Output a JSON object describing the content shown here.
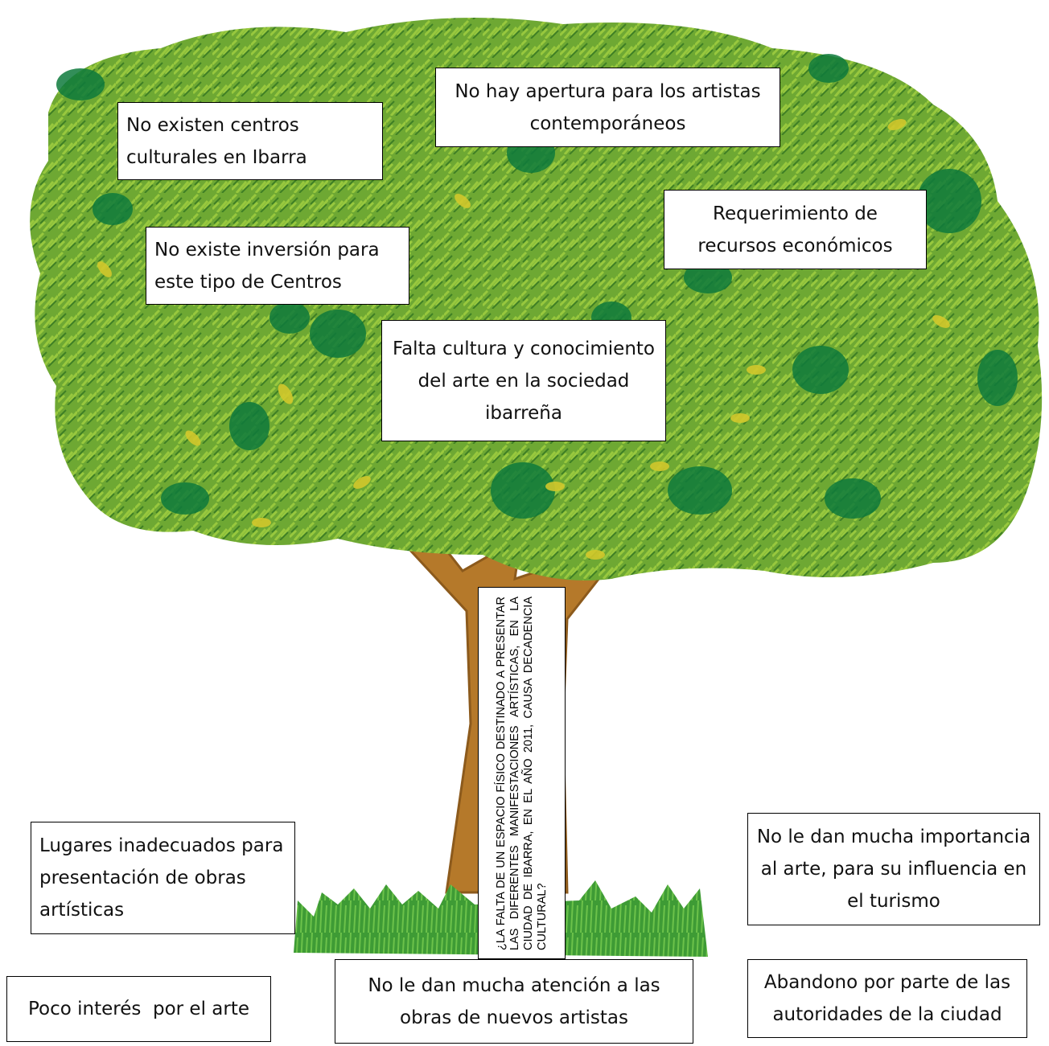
{
  "colors": {
    "canopy_base": "#5e9a2e",
    "canopy_light": "#8cbf3a",
    "canopy_dark": "#0e7a3c",
    "leaf_yellow": "#c9c62a",
    "trunk": "#b5792a",
    "trunk_dark": "#8c5a1c",
    "grass": "#4fae3a",
    "grass_dark": "#2e8b2e"
  },
  "problem": {
    "text": "¿LA FALTA DE UN ESPACIO FÍSICO DESTINADO A PRESENTAR LAS DIFERENTES MANIFESTACIONES ARTÍSTICAS, EN LA CIUDAD DE IBARRA, EN EL AÑO 2011, CAUSA DECADENCIA CULTURAL?"
  },
  "effects": {
    "no_centros": "No existen centros culturales en Ibarra",
    "no_apertura": "No hay apertura para los artistas contemporáneos",
    "recursos": "Requerimiento de recursos económicos",
    "no_inversion": "No existe inversión para este tipo de Centros",
    "falta_cultura": "Falta cultura y conocimiento del arte en la sociedad ibarreña"
  },
  "causes": {
    "lugares": "Lugares inadecuados para presentación de obras artísticas",
    "importancia": "No le dan mucha importancia al arte, para su influencia en el turismo",
    "poco_interes": "Poco interés  por el arte",
    "atencion": "No le dan mucha atención a las obras de nuevos artistas",
    "abandono": "Abandono por parte de las autoridades de la ciudad"
  }
}
